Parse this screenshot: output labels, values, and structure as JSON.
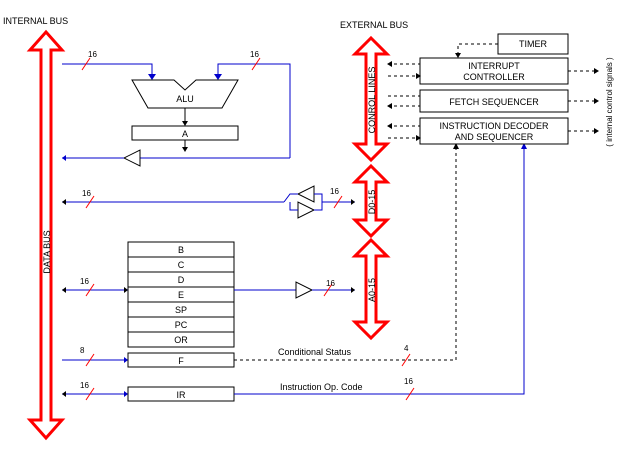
{
  "header": {
    "internal_bus": "INTERNAL BUS",
    "external_bus": "EXTERNAL BUS"
  },
  "buses": {
    "data_bus": "DATA BUS",
    "control_lines": "CONROL LINES",
    "data_lines": "D0-15",
    "address_lines": "A0-15"
  },
  "blocks": {
    "alu": "ALU",
    "accumulator": "A",
    "flags": "F",
    "instruction_register": "IR",
    "timer": "TIMER",
    "interrupt_line1": "INTERRUPT",
    "interrupt_line2": "CONTROLLER",
    "fetch_sequencer": "FETCH SEQUENCER",
    "decoder_line1": "INSTRUCTION DECODER",
    "decoder_line2": "AND SEQUENCER"
  },
  "registers": [
    "B",
    "C",
    "D",
    "E",
    "SP",
    "PC",
    "OR"
  ],
  "widths": {
    "alu_in_left": "16",
    "alu_in_right": "16",
    "data_path": "16",
    "data_out": "16",
    "reg_path": "16",
    "addr_out": "16",
    "flags_path": "8",
    "status_path": "4",
    "ir_path": "16",
    "opcode_path": "16"
  },
  "annotations": {
    "conditional_status": "Conditional Status",
    "opcode": "Instruction Op. Code",
    "internal_signals": "( internal control signals )"
  }
}
